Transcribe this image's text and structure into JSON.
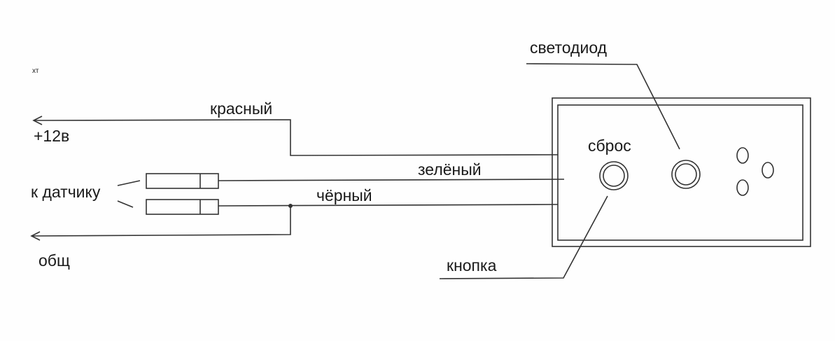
{
  "labels": {
    "corner_mark": "хт",
    "plus12v": "+12в",
    "red_wire": "красный",
    "green_wire": "зелёный",
    "black_wire": "чёрный",
    "to_sensor": "к датчику",
    "common": "общ",
    "reset": "сброс",
    "led": "светодиод",
    "button": "кнопка"
  }
}
